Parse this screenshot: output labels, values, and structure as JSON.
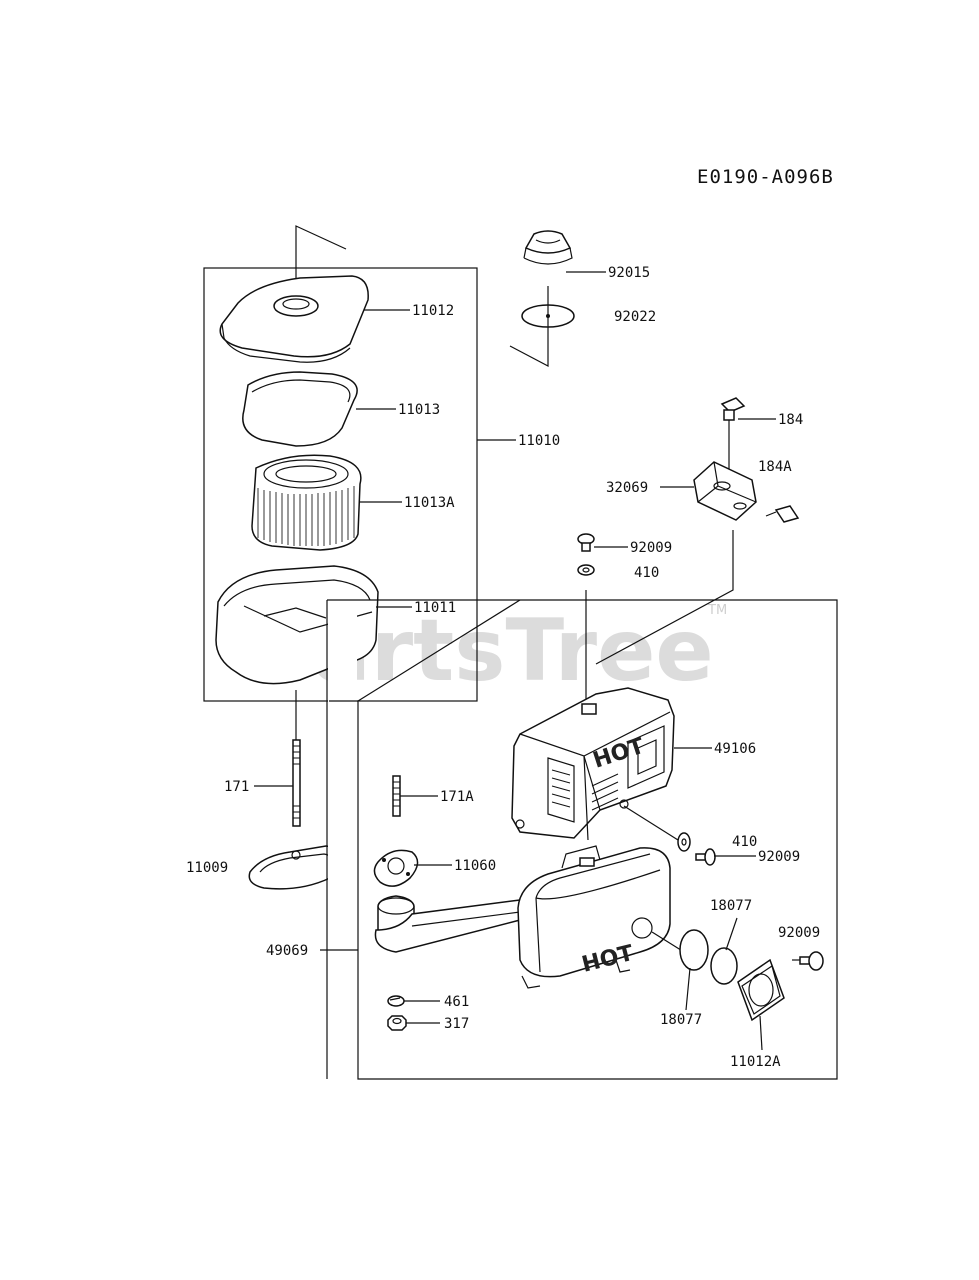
{
  "diagram_code": "E0190-A096B",
  "watermark": {
    "text": "PartsTree",
    "trademark": "TM"
  },
  "hot_labels": {
    "cover": "HOT",
    "muffler": "HOT"
  },
  "callouts": {
    "c11012": "11012",
    "c11013": "11013",
    "c11010": "11010",
    "c11013A": "11013A",
    "c11011": "11011",
    "c171": "171",
    "c11009": "11009",
    "c92015": "92015",
    "c92022": "92022",
    "c184": "184",
    "c184A": "184A",
    "c32069": "32069",
    "c92009a": "92009",
    "c410a": "410",
    "c49106": "49106",
    "c171A": "171A",
    "c11060": "11060",
    "c410b": "410",
    "c92009b": "92009",
    "c18077a": "18077",
    "c92009c": "92009",
    "c49069": "49069",
    "c461": "461",
    "c317": "317",
    "c18077b": "18077",
    "c11012A": "11012A"
  }
}
